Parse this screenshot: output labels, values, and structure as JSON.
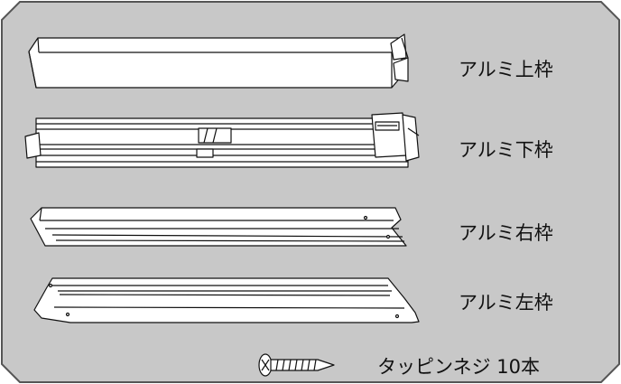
{
  "parts": [
    {
      "label": "アルミ上枠",
      "part": "aluminum-top-frame"
    },
    {
      "label": "アルミ下枠",
      "part": "aluminum-bottom-frame"
    },
    {
      "label": "アルミ右枠",
      "part": "aluminum-right-frame"
    },
    {
      "label": "アルミ左枠",
      "part": "aluminum-left-frame"
    },
    {
      "label": "タッピンネジ 10本",
      "part": "tapping-screw"
    }
  ],
  "colors": {
    "panel_fill": "#c8c8c8",
    "panel_stroke": "#555555",
    "line": "#111111",
    "part_fill": "#ffffff"
  }
}
